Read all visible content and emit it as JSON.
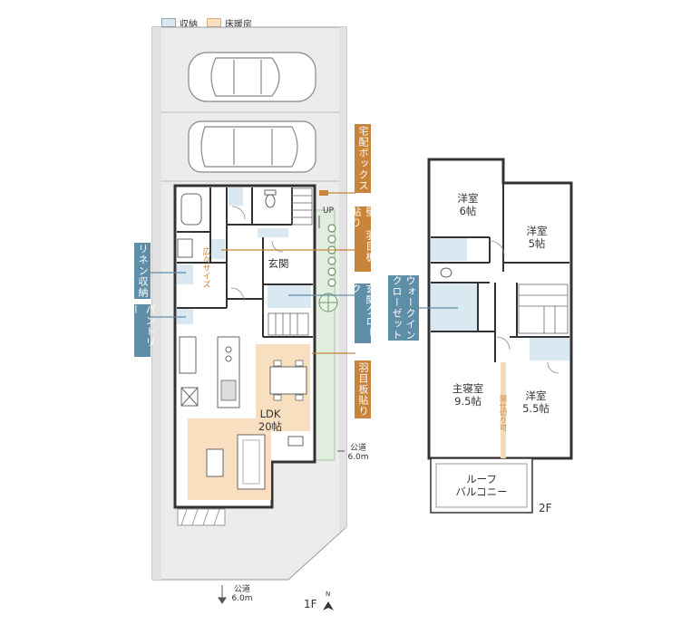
{
  "legend": {
    "storage": "収納",
    "floor_heating": "床暖房"
  },
  "colors": {
    "storage": "#d9e8f1",
    "floor_heating": "#f8dfbf",
    "orange": "#c8843a",
    "blue": "#5f8fa8",
    "green": "#dfeedd",
    "site": "#ececec"
  },
  "floor1": {
    "label": "1F",
    "rooms": {
      "ldk_line1": "LDK",
      "ldk_line2": "20帖",
      "entrance": "玄関"
    },
    "notes": {
      "wide_size": "広々サイズ",
      "up": "UP",
      "compass": "N"
    },
    "road_side": {
      "line1": "公道",
      "line2": "6.0m"
    },
    "road_bottom": {
      "line1": "公道",
      "line2": "6.0m"
    },
    "tags": {
      "delivery_box": "宅配ボックス",
      "wall_louver": "壁 羽目板貼り",
      "linen_storage": "リネン収納",
      "pantry": "パントリー",
      "entrance_cloak": "玄関クローク",
      "louver": "羽目板貼り"
    }
  },
  "floor2": {
    "label": "2F",
    "rooms": {
      "western1_line1": "洋室",
      "western1_line2": "6帖",
      "western2_line1": "洋室",
      "western2_line2": "5帖",
      "master_line1": "主寝室",
      "master_line2": "9.5帖",
      "western3_line1": "洋室",
      "western3_line2": "5.5帖",
      "roof_line1": "ルーフ",
      "roof_line2": "バルコニー",
      "partition": "間仕切り可"
    },
    "tags": {
      "walkin_closet": "ウォークイン クローゼット"
    }
  }
}
